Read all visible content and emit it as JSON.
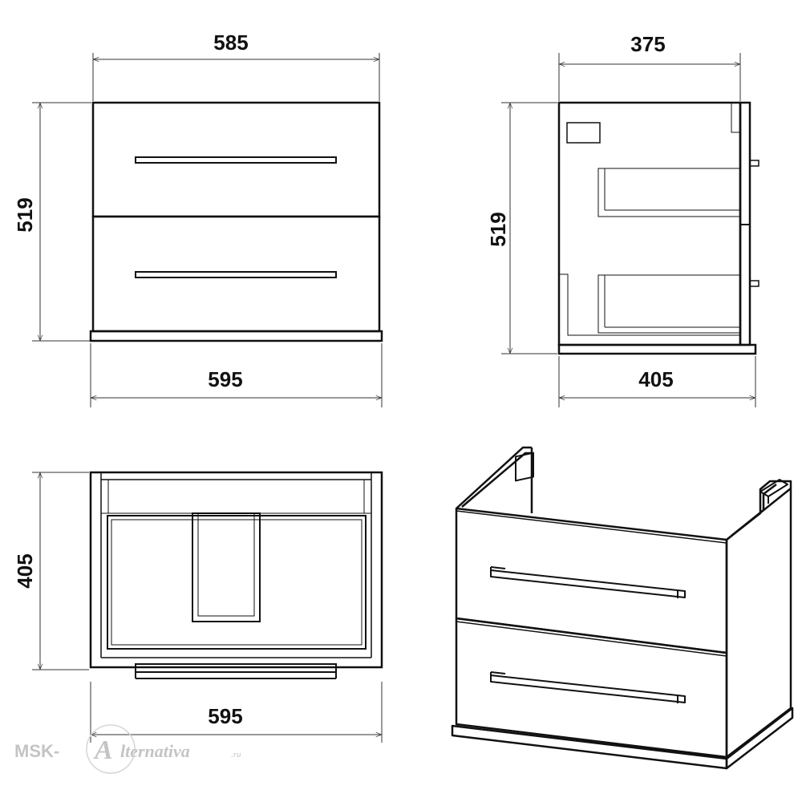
{
  "views": {
    "front": {
      "width_top": "585",
      "height": "519",
      "width_bottom": "595"
    },
    "side": {
      "depth_top": "375",
      "height": "519",
      "depth_bottom": "405"
    },
    "top": {
      "depth": "405",
      "width": "595"
    },
    "iso": {}
  },
  "watermark": {
    "prefix": "MSK-",
    "brand_letter": "A",
    "brand_rest": "lternativa",
    "domain": ".ru"
  },
  "colors": {
    "line": "#111111",
    "dimension": "#333333",
    "watermark": "#c4c4c4"
  }
}
